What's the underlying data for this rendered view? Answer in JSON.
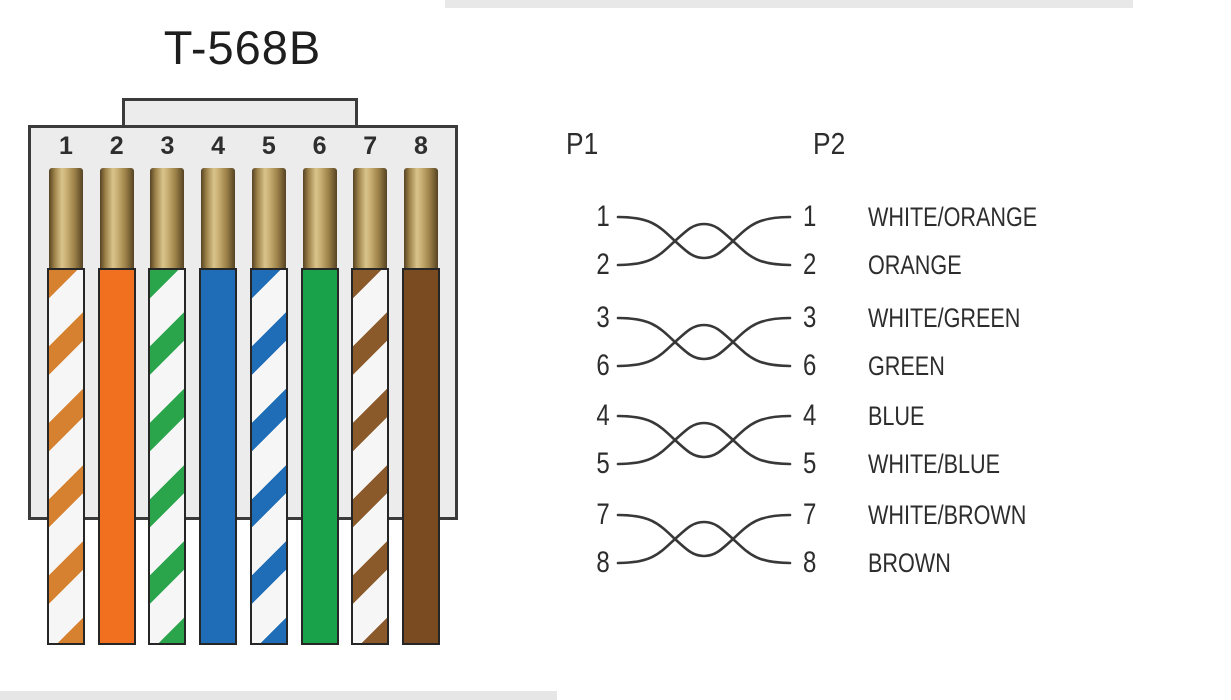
{
  "title": "T-568B",
  "connector": {
    "pins": [
      {
        "number": "1",
        "color_name": "white-orange",
        "striped": true,
        "base_color": "#f6f6f6",
        "stripe_color": "#d5812f"
      },
      {
        "number": "2",
        "color_name": "orange",
        "striped": false,
        "base_color": "#f1701f"
      },
      {
        "number": "3",
        "color_name": "white-green",
        "striped": true,
        "base_color": "#f6f6f6",
        "stripe_color": "#2aa54c"
      },
      {
        "number": "4",
        "color_name": "blue",
        "striped": false,
        "base_color": "#1e6db6"
      },
      {
        "number": "5",
        "color_name": "white-blue",
        "striped": true,
        "base_color": "#f6f6f6",
        "stripe_color": "#1e6db6"
      },
      {
        "number": "6",
        "color_name": "green",
        "striped": false,
        "base_color": "#1aa24b"
      },
      {
        "number": "7",
        "color_name": "white-brown",
        "striped": true,
        "base_color": "#f6f6f6",
        "stripe_color": "#8a5a2b"
      },
      {
        "number": "8",
        "color_name": "brown",
        "striped": false,
        "base_color": "#7a4a21"
      }
    ]
  },
  "pair_diagram": {
    "left_header": "P1",
    "right_header": "P2",
    "pairs": [
      {
        "top_pin": "1",
        "bottom_pin": "2",
        "top_label": "WHITE/ORANGE",
        "bottom_label": "ORANGE"
      },
      {
        "top_pin": "3",
        "bottom_pin": "6",
        "top_label": "WHITE/GREEN",
        "bottom_label": "GREEN"
      },
      {
        "top_pin": "4",
        "bottom_pin": "5",
        "top_label": "BLUE",
        "bottom_label": "WHITE/BLUE"
      },
      {
        "top_pin": "7",
        "bottom_pin": "8",
        "top_label": "WHITE/BROWN",
        "bottom_label": "BROWN"
      }
    ]
  },
  "colors": {
    "background": "#ffffff",
    "band_gray": "#e8e8e8",
    "connector_fill": "#ececec",
    "connector_border": "#3b3b3b",
    "wire_outline": "#262626",
    "diagram_line": "#383838",
    "text": "#2d2d2d",
    "gold_edge": "#564323",
    "gold_mid": "#9c8148",
    "gold_highlight": "#d9c48c"
  }
}
